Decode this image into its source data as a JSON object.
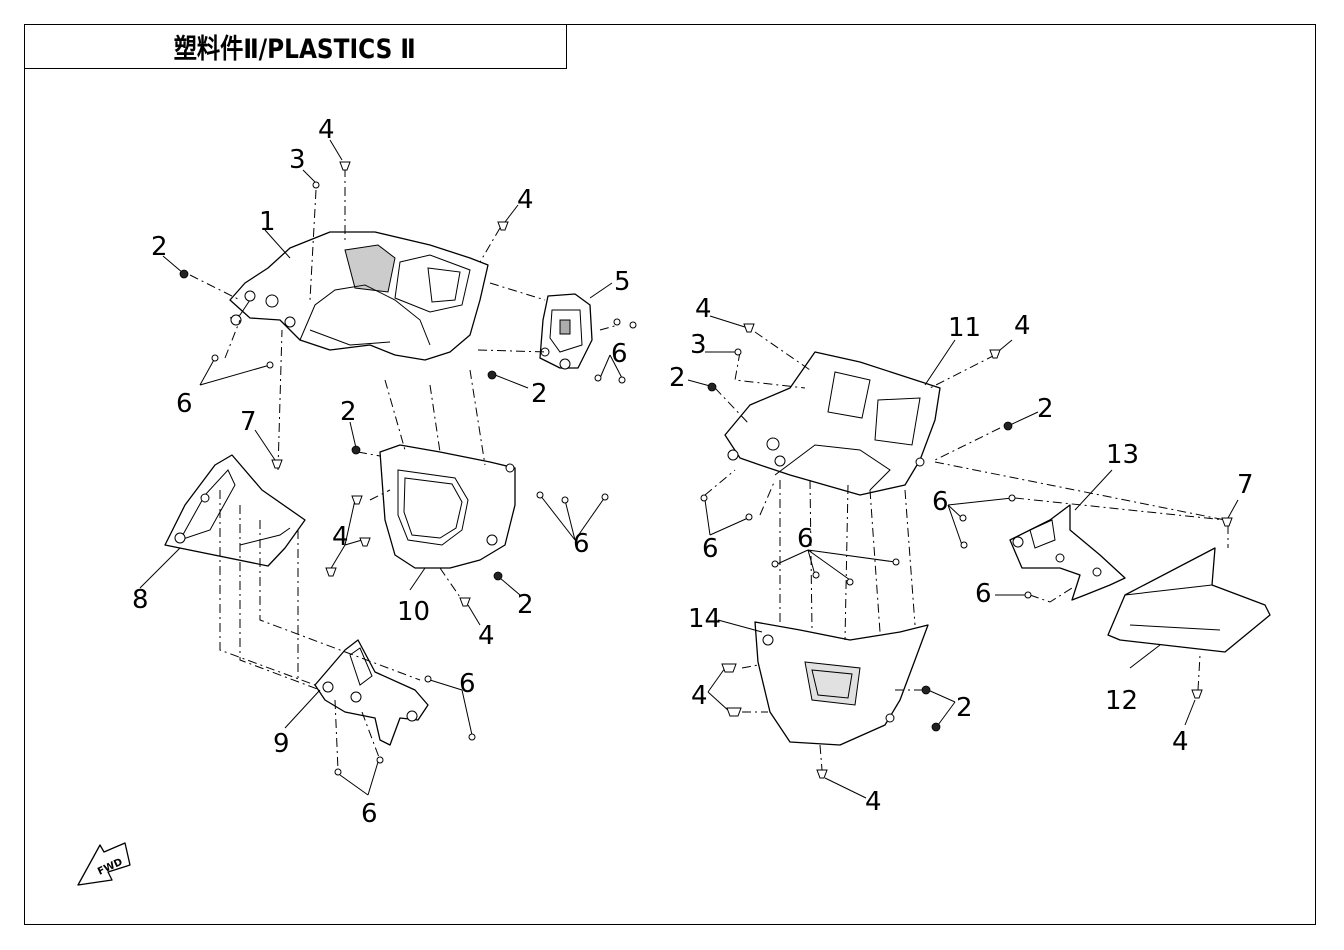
{
  "title": "塑料件Ⅱ/PLASTICS Ⅱ",
  "fwd_label": "FWD",
  "callouts": {
    "c1": "1",
    "c2a": "2",
    "c2b": "2",
    "c2c": "2",
    "c2d": "2",
    "c2e": "2",
    "c2f": "2",
    "c2g": "2",
    "c3a": "3",
    "c3b": "3",
    "c4a": "4",
    "c4b": "4",
    "c4c": "4",
    "c4d": "4",
    "c4e": "4",
    "c4f": "4",
    "c4g": "4",
    "c4h": "4",
    "c4i": "4",
    "c5": "5",
    "c6a": "6",
    "c6b": "6",
    "c6c": "6",
    "c6d": "6",
    "c6e": "6",
    "c6f": "6",
    "c6g": "6",
    "c6h": "6",
    "c6i": "6",
    "c7a": "7",
    "c7b": "7",
    "c8": "8",
    "c9": "9",
    "c10": "10",
    "c11": "11",
    "c12": "12",
    "c13": "13",
    "c14": "14"
  }
}
